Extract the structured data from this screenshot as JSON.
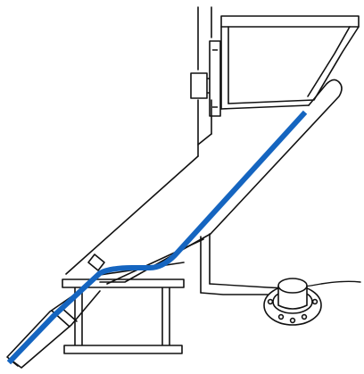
{
  "colors": {
    "background": "#ffffff",
    "line": "#111111",
    "highlight": "#1565c0"
  },
  "parts": {
    "frame": "vertical-frame-posts",
    "hopper": "hopper-assembly",
    "bracket": "side-mount-bracket",
    "chute": "inclined-chute",
    "highlight": "blue-guide-path",
    "flange": "lower-flange-mount",
    "tube": "lower-outlet-tube",
    "floor": "floor-line",
    "cap": "round-access-cap"
  }
}
